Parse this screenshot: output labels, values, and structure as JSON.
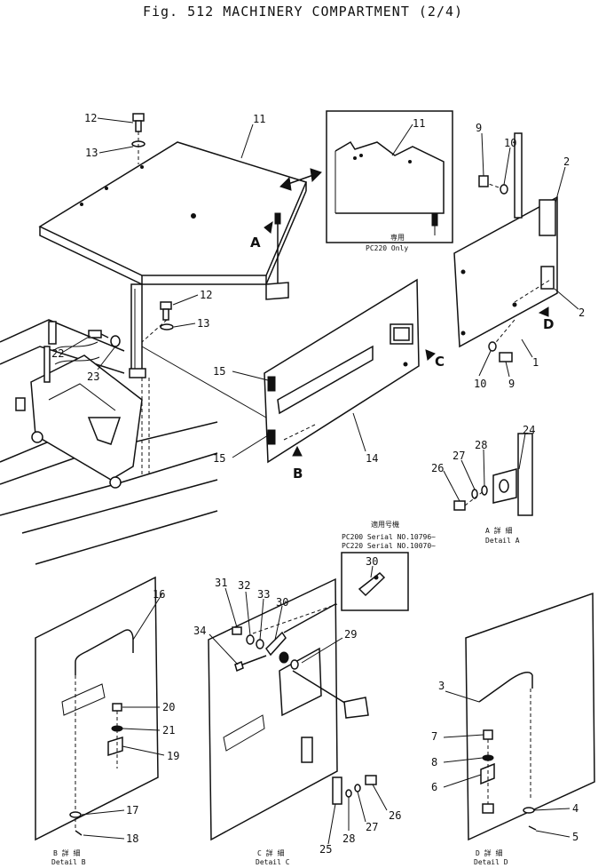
{
  "figure": {
    "title": "Fig. 512  MACHINERY COMPARTMENT (2/4)"
  },
  "inset_top": {
    "part": "11",
    "note_cjk": "専用",
    "note": "PC220 Only"
  },
  "inset_serial": {
    "note_cjk": "適用号機",
    "line1": "PC200 Serial NO.10796~",
    "line2": "PC220 Serial NO.10070~",
    "part": "30"
  },
  "view_arrows": {
    "a": "A",
    "b": "B",
    "c": "C",
    "d": "D"
  },
  "details": [
    {
      "cjk": "A 詳 細",
      "label": "Detail  A"
    },
    {
      "cjk": "B 詳 細",
      "label": "Detail  B"
    },
    {
      "cjk": "C 詳 細",
      "label": "Detail  C"
    },
    {
      "cjk": "D 詳 細",
      "label": "Detail  D"
    }
  ],
  "callouts": [
    "12",
    "13",
    "11",
    "12",
    "13",
    "22",
    "23",
    "15",
    "15",
    "14",
    "9",
    "10",
    "2",
    "2",
    "1",
    "10",
    "9",
    "24",
    "28",
    "27",
    "26",
    "16",
    "20",
    "21",
    "19",
    "17",
    "18",
    "31",
    "32",
    "33",
    "30",
    "34",
    "29",
    "25",
    "28",
    "27",
    "26",
    "3",
    "7",
    "8",
    "6",
    "4",
    "5"
  ]
}
